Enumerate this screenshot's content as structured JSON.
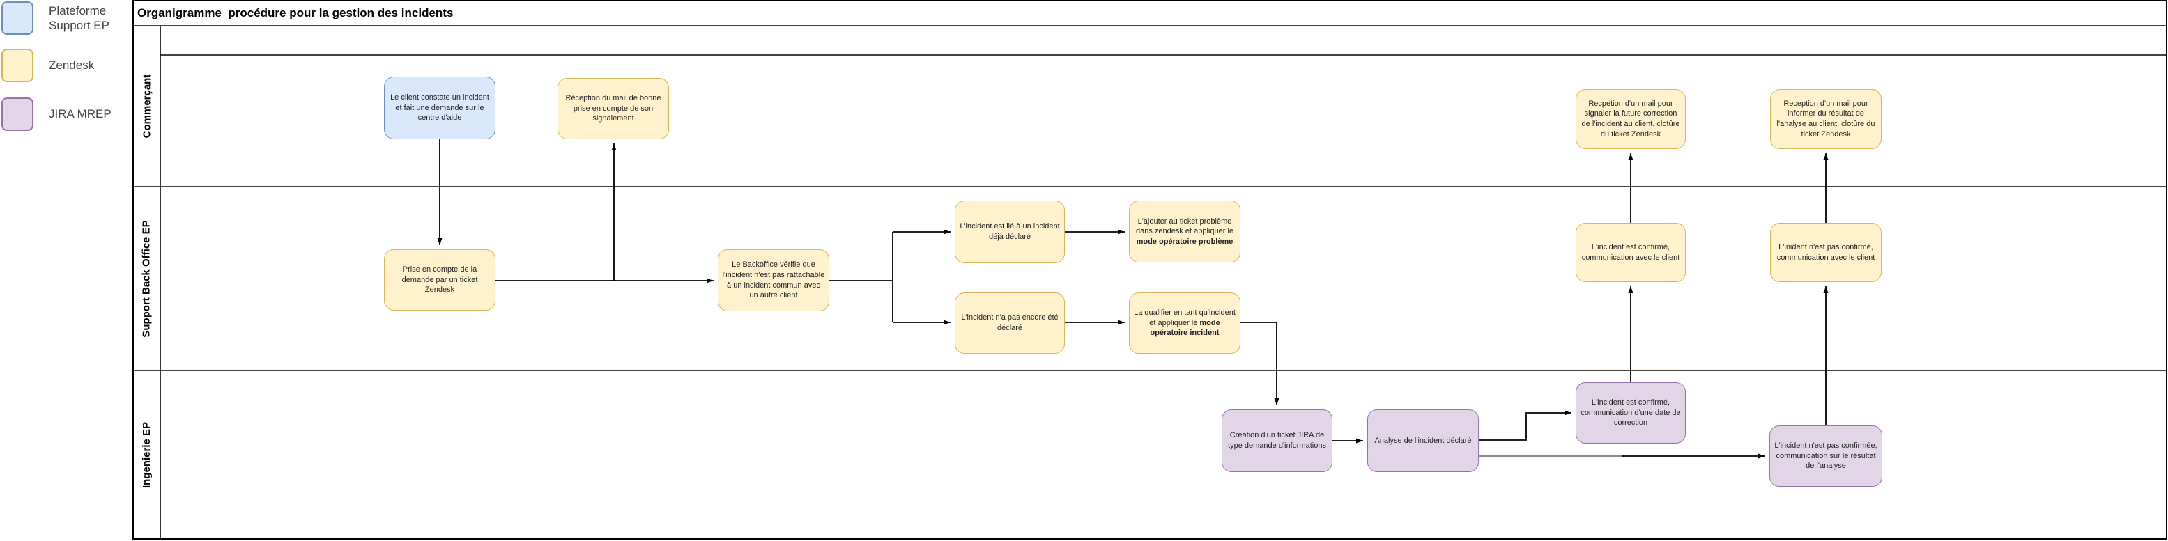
{
  "title": "Organigramme  procédure pour la gestion des incidents",
  "legend": {
    "items": [
      {
        "id": "plateforme-support-ep",
        "label": "Plateforme Support EP",
        "palette": "blue"
      },
      {
        "id": "zendesk",
        "label": "Zendesk",
        "palette": "yellow"
      },
      {
        "id": "jira-mrep",
        "label": "JIRA MREP",
        "palette": "purple"
      }
    ]
  },
  "palettes": {
    "blue": {
      "fill": "#dae8fc",
      "stroke": "#6c8ebf"
    },
    "yellow": {
      "fill": "#fff2cc",
      "stroke": "#d6b656"
    },
    "purple": {
      "fill": "#e1d5e7",
      "stroke": "#9673a6"
    }
  },
  "connector_colors": {
    "default": "#000000",
    "muted": "#8a8a8a"
  },
  "lanes": [
    {
      "id": "commercant",
      "label": "Commerçant"
    },
    {
      "id": "support-back-office-ep",
      "label": "Support Back Office EP"
    },
    {
      "id": "ingenierie-ep",
      "label": "Ingenierie EP"
    }
  ],
  "nodes": [
    {
      "id": "client-constate-incident",
      "lane": "commercant",
      "palette": "blue",
      "text": "Le client constate un incident et fait une demande sur le centre d'aide"
    },
    {
      "id": "reception-mail-bonne-prise-en-compte",
      "lane": "commercant",
      "palette": "yellow",
      "text": "Réception du mail de bonne prise en compte de son signalement"
    },
    {
      "id": "recpetion-mail-future-correction",
      "lane": "commercant",
      "palette": "yellow",
      "text": "Recpetion d'un mail pour signaler la future correction de l'incident au client, clotûre du ticket Zendesk"
    },
    {
      "id": "reception-mail-resultat-analyse",
      "lane": "commercant",
      "palette": "yellow",
      "text": "Reception d'un mail pour informer du résultat de l'analyse au client, clotûre du ticket Zendesk"
    },
    {
      "id": "prise-en-compte-ticket-zendesk",
      "lane": "support-back-office-ep",
      "palette": "yellow",
      "text": "Prise en compte de la demande par un ticket Zendesk"
    },
    {
      "id": "backoffice-verifie-incident",
      "lane": "support-back-office-ep",
      "palette": "yellow",
      "text": "Le Backoffice vérifie que l'incident n'est pas rattachable à un incident commun avec un autre client"
    },
    {
      "id": "incident-lie-deja-declare",
      "lane": "support-back-office-ep",
      "palette": "yellow",
      "text": "L'incident est lié à un incident déjà déclaré"
    },
    {
      "id": "incident-pas-encore-declare",
      "lane": "support-back-office-ep",
      "palette": "yellow",
      "text": "L'incident n'a pas encore été déclaré"
    },
    {
      "id": "ajouter-ticket-probleme",
      "lane": "support-back-office-ep",
      "palette": "yellow",
      "text": "L'ajouter au ticket problème dans zendesk et appliquer le",
      "text_bold": "mode opératoire problème"
    },
    {
      "id": "qualifier-incident",
      "lane": "support-back-office-ep",
      "palette": "yellow",
      "text": "La qualifier en tant qu'incident et appliquer le",
      "text_bold": "mode opératoire incident"
    },
    {
      "id": "incident-confirme-comm-client",
      "lane": "support-back-office-ep",
      "palette": "yellow",
      "text": "L'incident est confirmé, communication avec le client"
    },
    {
      "id": "incident-non-confirme-comm-client",
      "lane": "support-back-office-ep",
      "palette": "yellow",
      "text": "L'inident n'est pas confirmé, communication avec le client"
    },
    {
      "id": "creation-ticket-jira",
      "lane": "ingenierie-ep",
      "palette": "purple",
      "text": "Création d'un ticket JIRA de type demande d'informations"
    },
    {
      "id": "analyse-incident-declare",
      "lane": "ingenierie-ep",
      "palette": "purple",
      "text": "Analyse de l'incident déclaré"
    },
    {
      "id": "incident-confirme-date-correction",
      "lane": "ingenierie-ep",
      "palette": "purple",
      "text": "L'incident est confirmé, communication d'une date de correction"
    },
    {
      "id": "incident-non-confirmee-resultat-analyse",
      "lane": "ingenierie-ep",
      "palette": "purple",
      "text": "L'incident n'est pas confirmée, communication sur le résultat de l'analyse"
    }
  ]
}
